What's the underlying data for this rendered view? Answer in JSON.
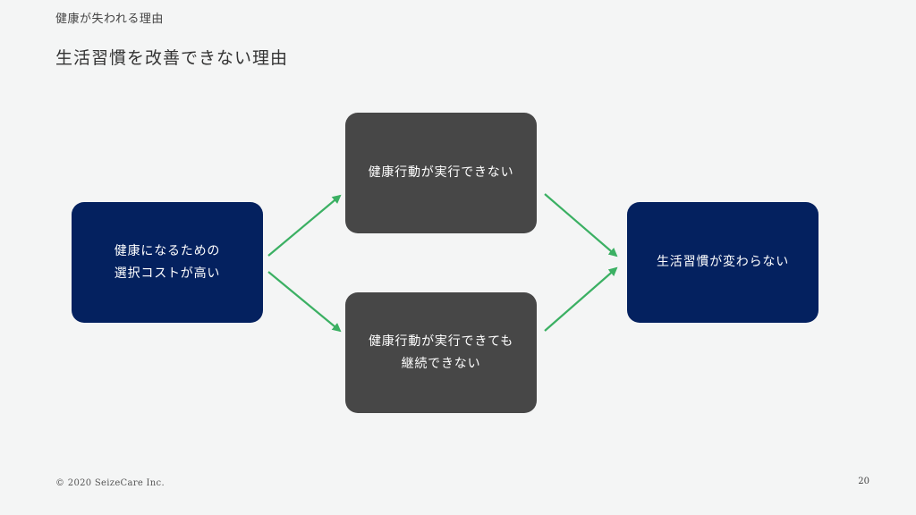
{
  "header": {
    "subtitle": "健康が失われる理由",
    "title": "生活習慣を改善できない理由"
  },
  "boxes": {
    "choice": {
      "line1": "健康になるための",
      "line2": "選択コストが高い"
    },
    "action": {
      "line1": "健康行動が実行できない"
    },
    "continue": {
      "line1": "健康行動が実行できても",
      "line2": "継続できない"
    },
    "result": {
      "line1": "生活習慣が変わらない"
    }
  },
  "footer": {
    "copyright": "© 2020 SeizeCare Inc.",
    "page_number": "20"
  },
  "colors": {
    "navy": "#04215f",
    "gray": "#474747",
    "arrow": "#3bb063",
    "background": "#f4f5f5"
  }
}
